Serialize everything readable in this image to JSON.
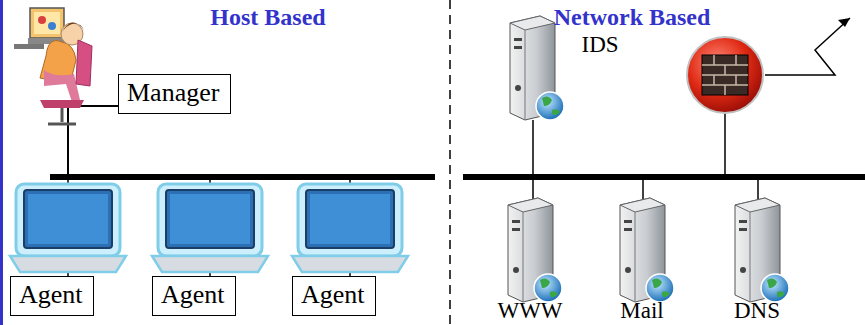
{
  "diagram": {
    "nodes": [
      {
        "text": [
          "Manager"
        ]
      },
      {
        "text": [
          "Agent"
        ]
      },
      {
        "text": [
          "Agent"
        ]
      },
      {
        "text": [
          "Agent"
        ]
      }
    ],
    "edges": [
      {
        "from": 0,
        "to": 1,
        "arrow": "none"
      },
      {
        "from": 0,
        "to": 2,
        "arrow": "none"
      },
      {
        "from": 0,
        "to": 3,
        "arrow": "none"
      }
    ],
    "labels": [
      "Host Based",
      "Network Based",
      "IDS",
      "WWW",
      "Mail",
      "DNS"
    ]
  }
}
